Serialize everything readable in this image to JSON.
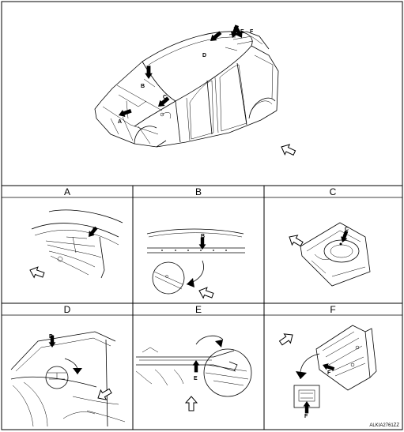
{
  "panels": [
    {
      "id": "A",
      "header": "A",
      "callout": "A"
    },
    {
      "id": "B",
      "header": "B",
      "callout": "B"
    },
    {
      "id": "C",
      "header": "C",
      "callout": "C"
    },
    {
      "id": "D",
      "header": "D",
      "callout": "D"
    },
    {
      "id": "E",
      "header": "E",
      "callout": "E"
    },
    {
      "id": "F",
      "header": "F",
      "callout": "F"
    }
  ],
  "overview": {
    "callouts": {
      "A": "A",
      "B": "B",
      "C": "C",
      "D": "D",
      "E": "E",
      "F": "F"
    }
  },
  "figure_code": "ALKIA2761ZZ"
}
